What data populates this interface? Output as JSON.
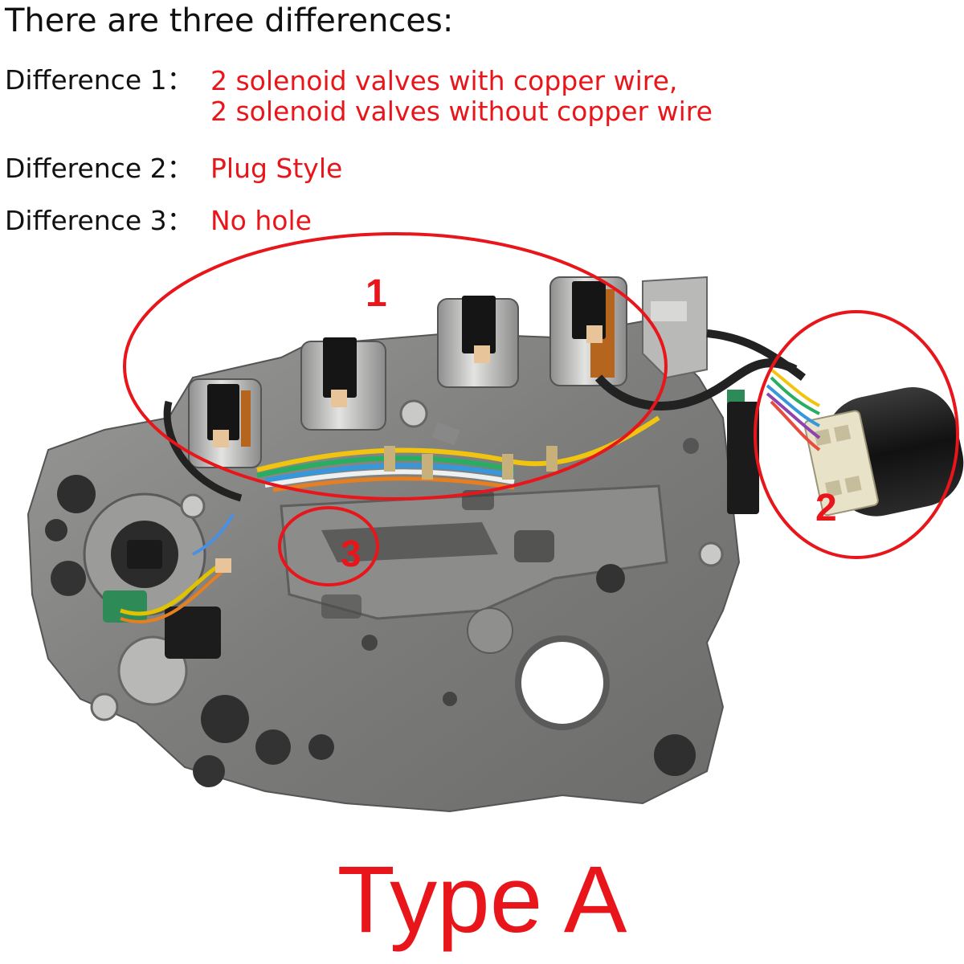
{
  "heading": "There are three differences:",
  "accent_color": "#e8151b",
  "differences": [
    {
      "label": "Difference 1：",
      "lines": [
        "2 solenoid valves with copper wire,",
        "2 solenoid valves without copper wire"
      ]
    },
    {
      "label": "Difference 2：",
      "lines": [
        "Plug Style"
      ]
    },
    {
      "label": "Difference 3：",
      "lines": [
        "No hole"
      ]
    }
  ],
  "markers": [
    "1",
    "2",
    "3"
  ],
  "type_title": "Type A"
}
